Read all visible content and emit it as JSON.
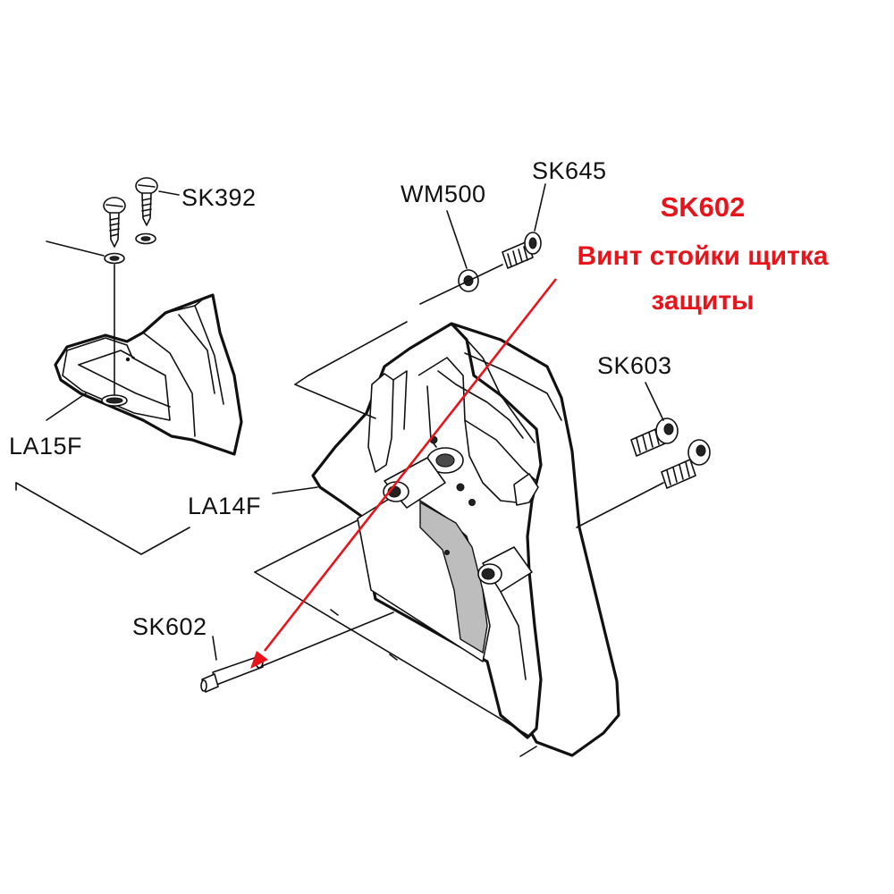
{
  "labels": {
    "sk392": "SK392",
    "la15f": "LA15F",
    "la14f": "LA14F",
    "sk602": "SK602",
    "wm500": "WM500",
    "sk645": "SK645",
    "sk603": "SK603"
  },
  "callout": {
    "code": "SK602",
    "line1": "Винт стойки щитка",
    "line2": "защиты",
    "color": "#e8141c"
  }
}
